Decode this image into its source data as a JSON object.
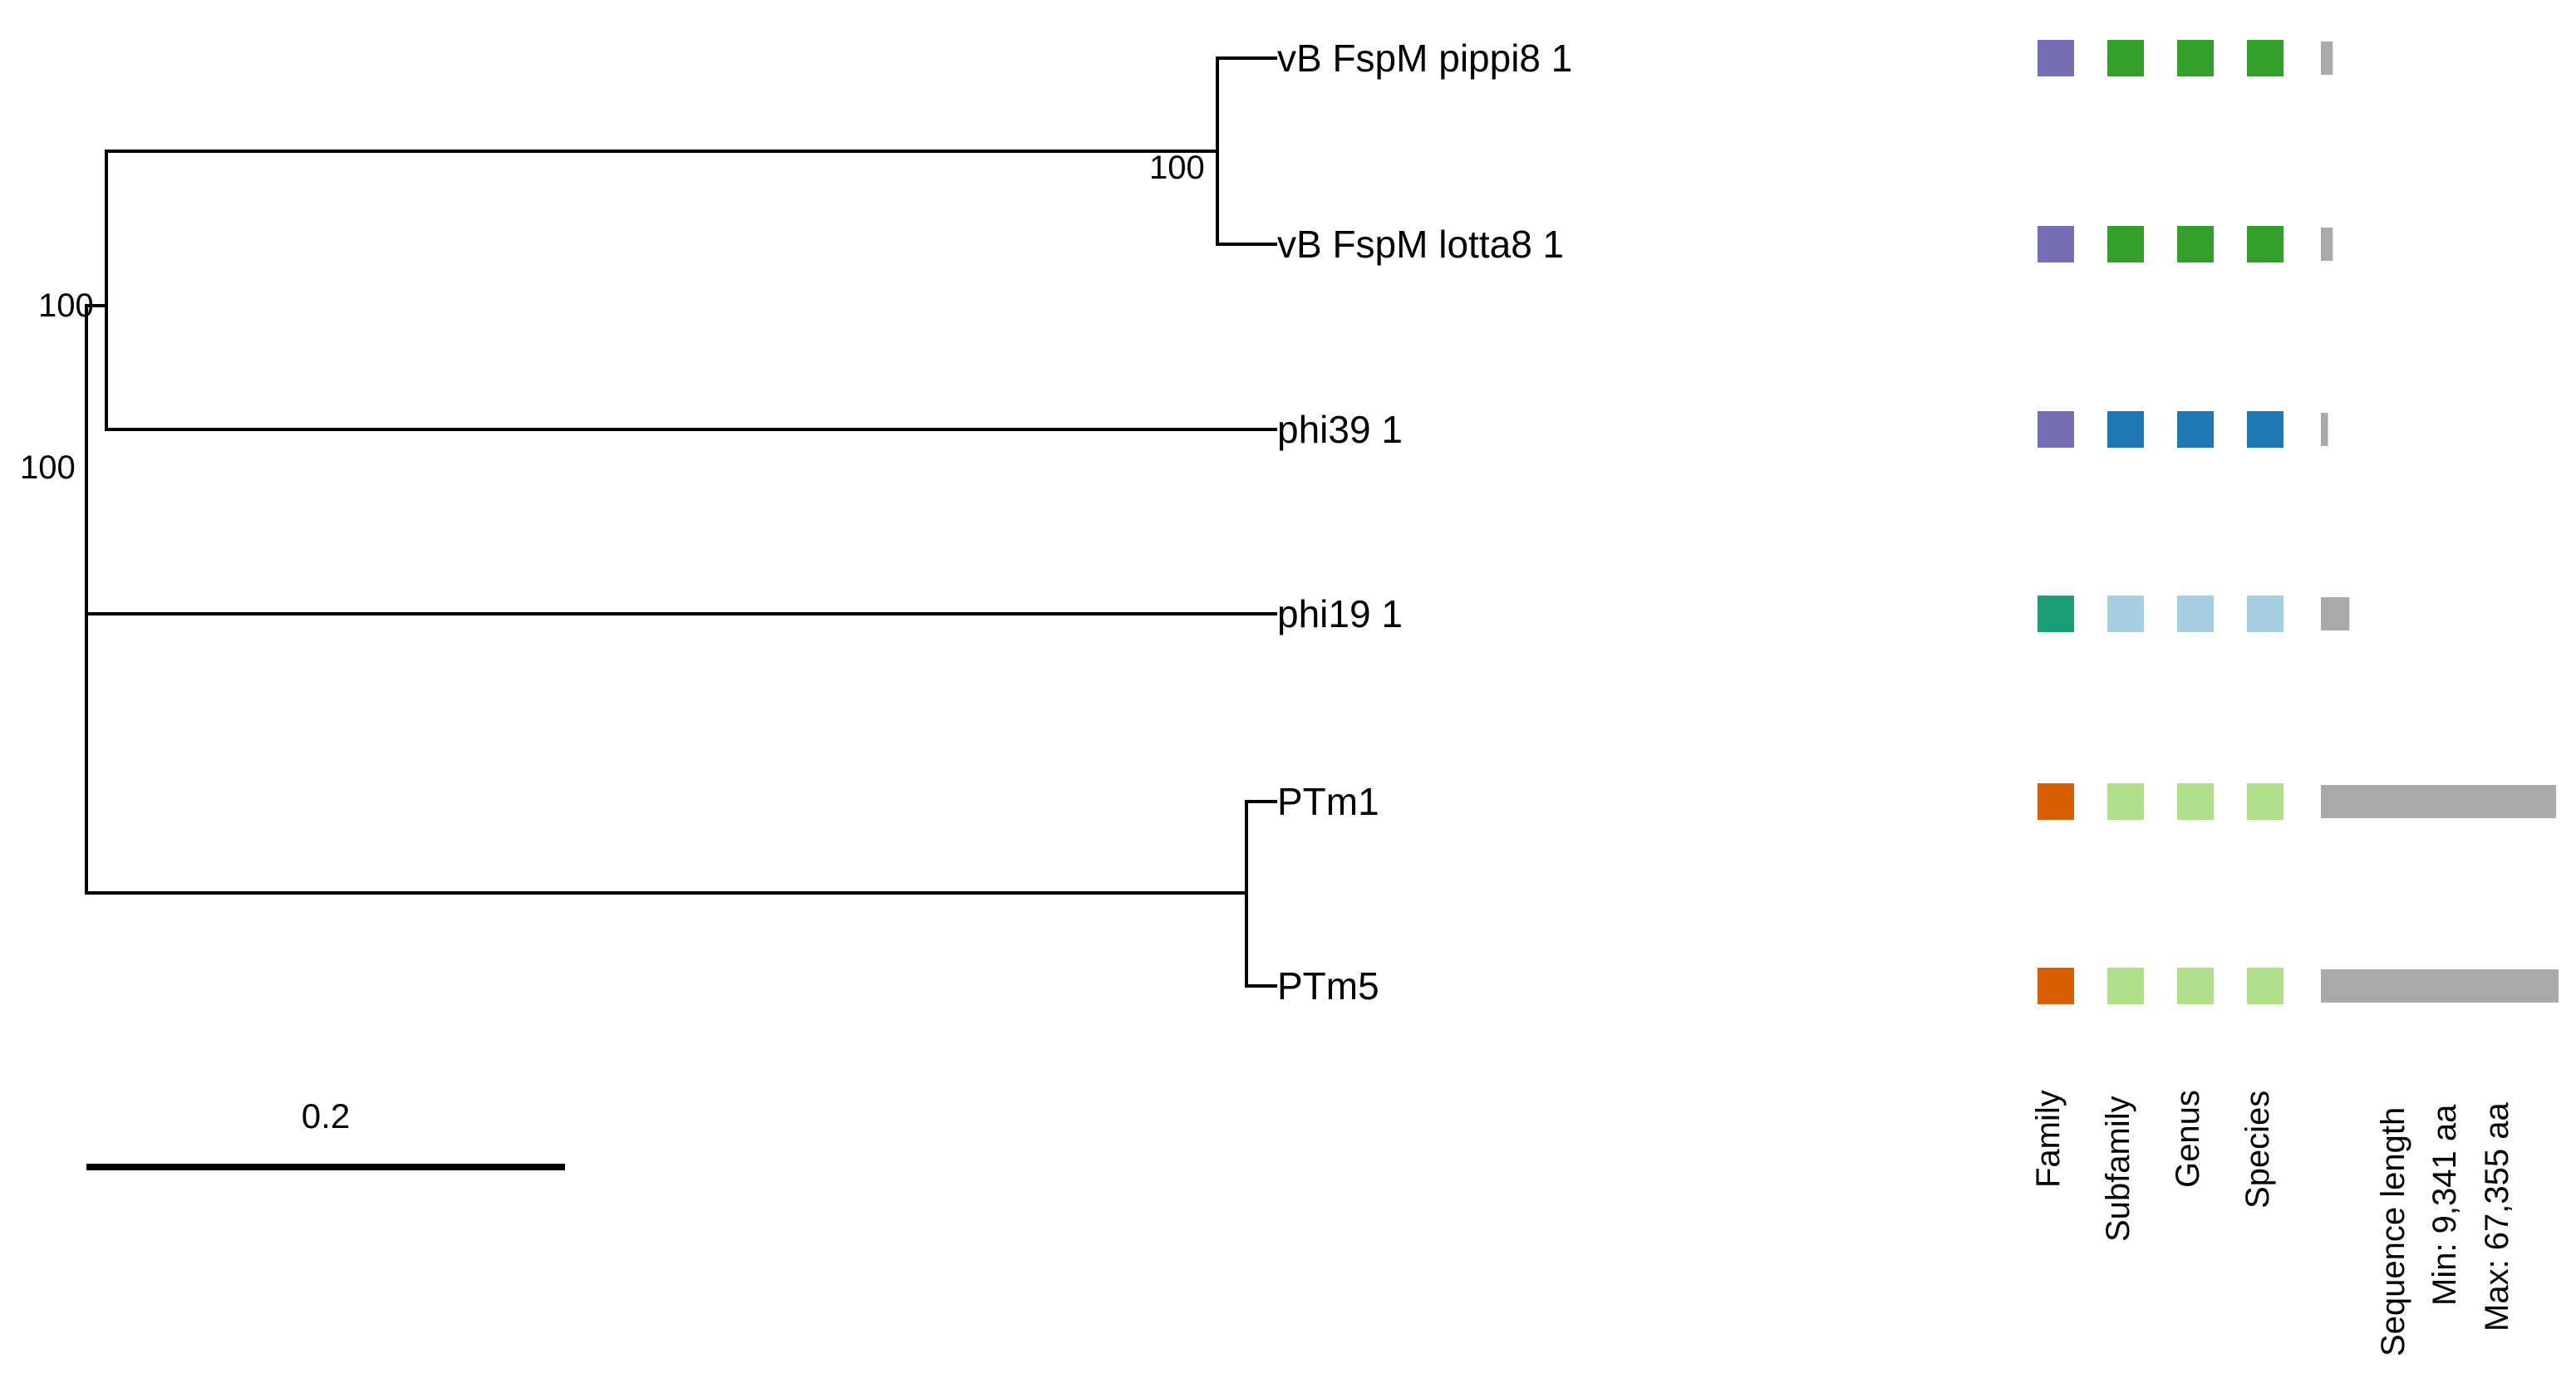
{
  "colors": {
    "purple": "#7570b3",
    "green": "#33a02c",
    "blue": "#1f78b4",
    "teal": "#1b9e77",
    "light_blue": "#a6cee3",
    "orange": "#d95f02",
    "light_green": "#b2df8a",
    "grey": "#aaaaaa"
  },
  "tree": {
    "leaves": [
      {
        "id": "pippi",
        "label": "vB FspM pippi8 1"
      },
      {
        "id": "lotta",
        "label": "vB FspM lotta8 1"
      },
      {
        "id": "phi39",
        "label": "phi39 1"
      },
      {
        "id": "phi19",
        "label": "phi19 1"
      },
      {
        "id": "ptm1",
        "label": "PTm1"
      },
      {
        "id": "ptm5",
        "label": "PTm5"
      }
    ],
    "bootstrap": {
      "pippi_lotta": "100",
      "with_phi39": "100",
      "with_phi19": "100"
    },
    "scale_bar_label": "0.2"
  },
  "annotation": {
    "columns": [
      "Family",
      "Subfamily",
      "Genus",
      "Species"
    ],
    "length_column": {
      "title": "Sequence length",
      "min": "Min: 9,341 aa",
      "max": "Max: 67,355 aa",
      "min_value": 9341,
      "max_value": 67355
    },
    "rows": [
      {
        "leaf": "vB FspM pippi8 1",
        "family": "purple",
        "subfamily": "green",
        "genus": "green",
        "species": "green",
        "length_fraction": 0.05
      },
      {
        "leaf": "vB FspM lotta8 1",
        "family": "purple",
        "subfamily": "green",
        "genus": "green",
        "species": "green",
        "length_fraction": 0.05
      },
      {
        "leaf": "phi39 1",
        "family": "purple",
        "subfamily": "blue",
        "genus": "blue",
        "species": "blue",
        "length_fraction": 0.03
      },
      {
        "leaf": "phi19 1",
        "family": "teal",
        "subfamily": "light_blue",
        "genus": "light_blue",
        "species": "light_blue",
        "length_fraction": 0.12
      },
      {
        "leaf": "PTm1",
        "family": "orange",
        "subfamily": "light_green",
        "genus": "light_green",
        "species": "light_green",
        "length_fraction": 0.99
      },
      {
        "leaf": "PTm5",
        "family": "orange",
        "subfamily": "light_green",
        "genus": "light_green",
        "species": "light_green",
        "length_fraction": 1.0
      }
    ]
  }
}
